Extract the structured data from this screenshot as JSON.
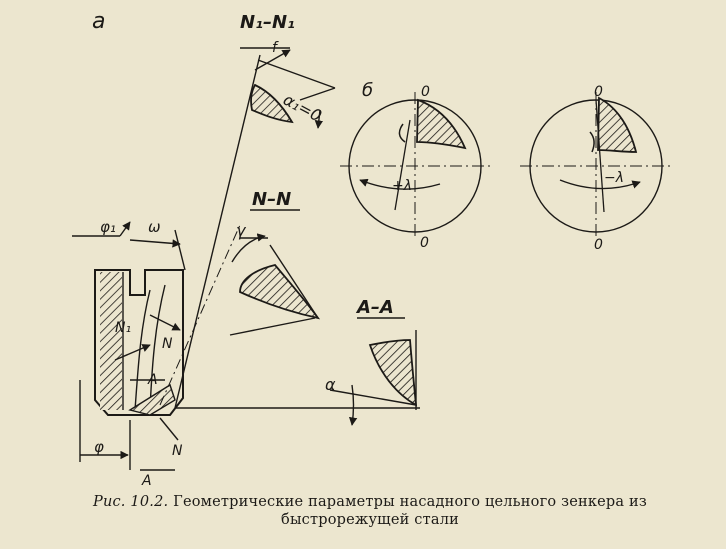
{
  "figure": {
    "label_a": "а",
    "label_b": "б",
    "section_n1": "N₁–N₁",
    "section_n": "N–N",
    "section_a": "A–A",
    "dim_f": "f",
    "alpha1_eq": "α₁=0",
    "gamma": "γ",
    "alpha": "α",
    "phi1": "φ₁",
    "phi": "φ",
    "omega": "ω",
    "lambda_pos": "+λ",
    "lambda_neg": "−λ",
    "zero": "0",
    "n1_mark": "N₁",
    "n_mark": "N",
    "a_mark": "A"
  },
  "caption": {
    "prefix": "Рис. 10.2.",
    "text": "Геометрические параметры насадного цельного зенкера из быстрорежущей стали"
  }
}
